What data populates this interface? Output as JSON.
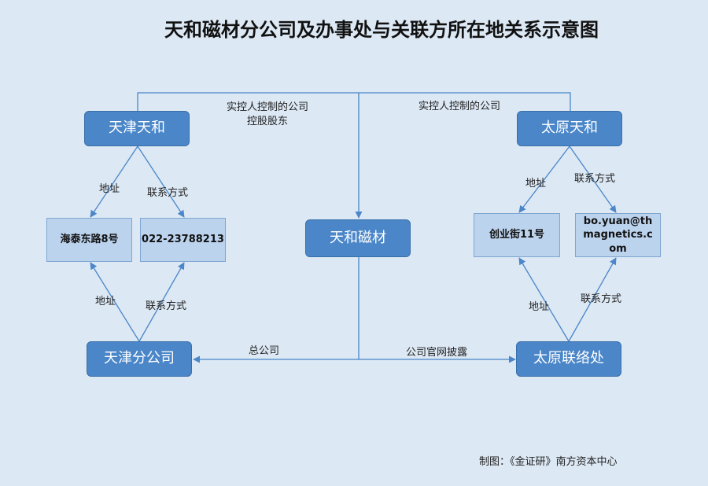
{
  "title": "天和磁材分公司及办事处与关联方所在地关系示意图",
  "nodes": {
    "tianjin_tianhe": "天津天和",
    "taiyuan_tianhe": "太原天和",
    "tianhe_cicai": "天和磁材",
    "tianjin_branch": "天津分公司",
    "taiyuan_office": "太原联络处",
    "tianjin_address": "海泰东路8号",
    "tianjin_phone": "022-23788213",
    "taiyuan_address": "创业街11号",
    "taiyuan_email": "bo.yuan@thmagnetics.com"
  },
  "edge_labels": {
    "left_controlled": "实控人控制的公司",
    "left_holding": "控股股东",
    "right_controlled": "实控人控制的公司",
    "head_office": "总公司",
    "website_disclosure": "公司官网披露",
    "address_1": "地址",
    "contact_1": "联系方式",
    "address_2": "地址",
    "contact_2": "联系方式",
    "address_3": "地址",
    "contact_3": "联系方式",
    "address_4": "地址",
    "contact_4": "联系方式"
  },
  "credit": "制图：《金证研》南方资本中心"
}
